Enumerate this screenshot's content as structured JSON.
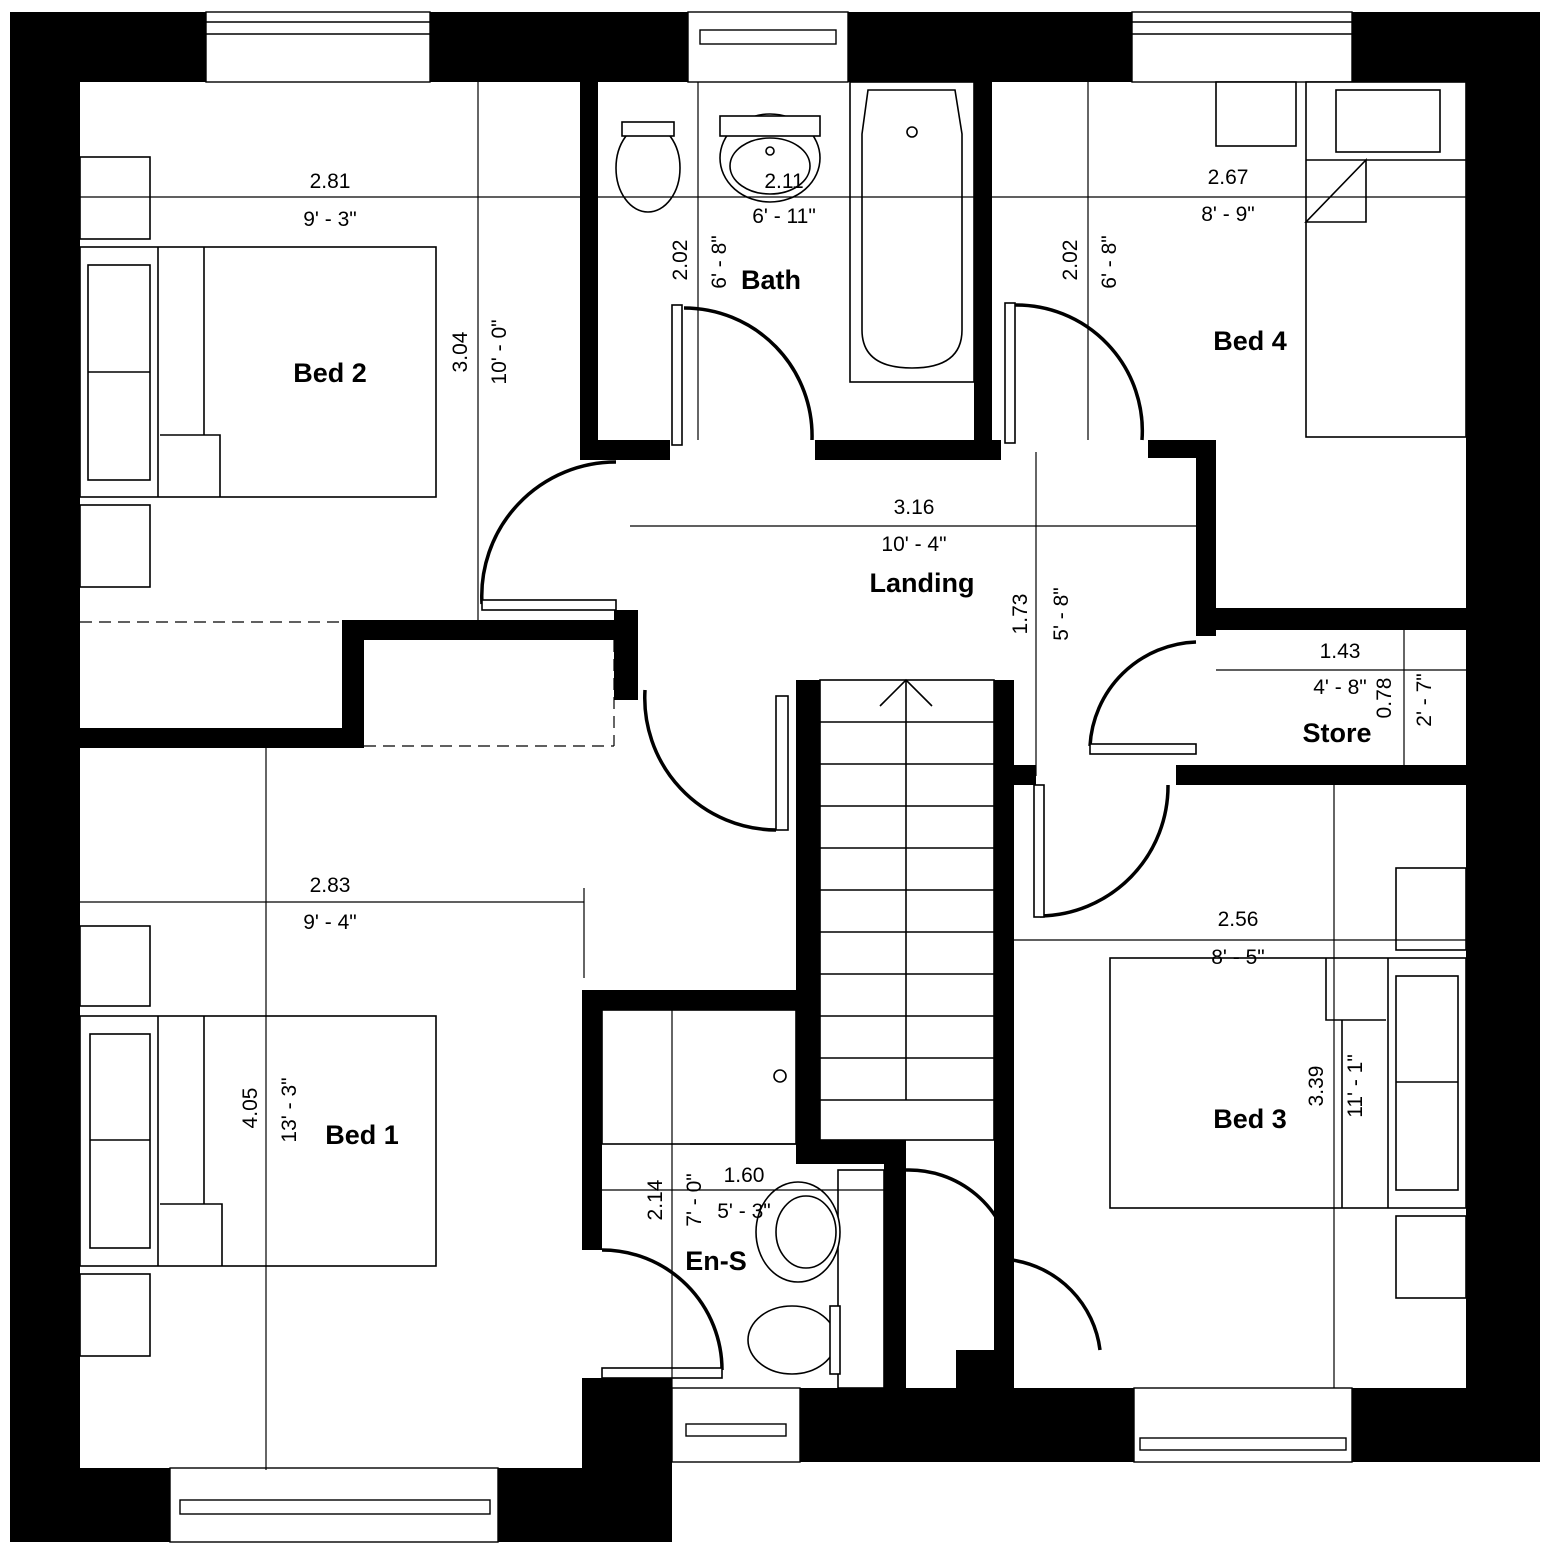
{
  "rooms": {
    "bed2": "Bed 2",
    "bath": "Bath",
    "bed4": "Bed 4",
    "landing": "Landing",
    "store": "Store",
    "bed1": "Bed 1",
    "ens": "En-S",
    "bed3": "Bed 3"
  },
  "dimensions": {
    "bed2_w_m": "2.81",
    "bed2_w_ft": "9' - 3\"",
    "bed2_h_m": "3.04",
    "bed2_h_ft": "10' - 0\"",
    "bath_w_m": "2.11",
    "bath_w_ft": "6' - 11\"",
    "bath_h_m": "2.02",
    "bath_h_ft": "6' - 8\"",
    "bed4_w_m": "2.67",
    "bed4_w_ft": "8' - 9\"",
    "bed4_h_m": "2.02",
    "bed4_h_ft": "6' - 8\"",
    "land_w_m": "3.16",
    "land_w_ft": "10' - 4\"",
    "land_h_m": "1.73",
    "land_h_ft": "5' - 8\"",
    "store_w_m": "1.43",
    "store_w_ft": "4' - 8\"",
    "store_h_m": "0.78",
    "store_h_ft": "2' - 7\"",
    "bed1_w_m": "2.83",
    "bed1_w_ft": "9' - 4\"",
    "bed1_h_m": "4.05",
    "bed1_h_ft": "13' - 3\"",
    "ens_w_m": "1.60",
    "ens_w_ft": "5' - 3\"",
    "ens_h_m": "2.14",
    "ens_h_ft": "7' - 0\"",
    "bed3_w_m": "2.56",
    "bed3_w_ft": "8' - 5\"",
    "bed3_h_m": "3.39",
    "bed3_h_ft": "11' - 1\""
  },
  "colors": {
    "wall": "#000000",
    "background": "#ffffff"
  }
}
